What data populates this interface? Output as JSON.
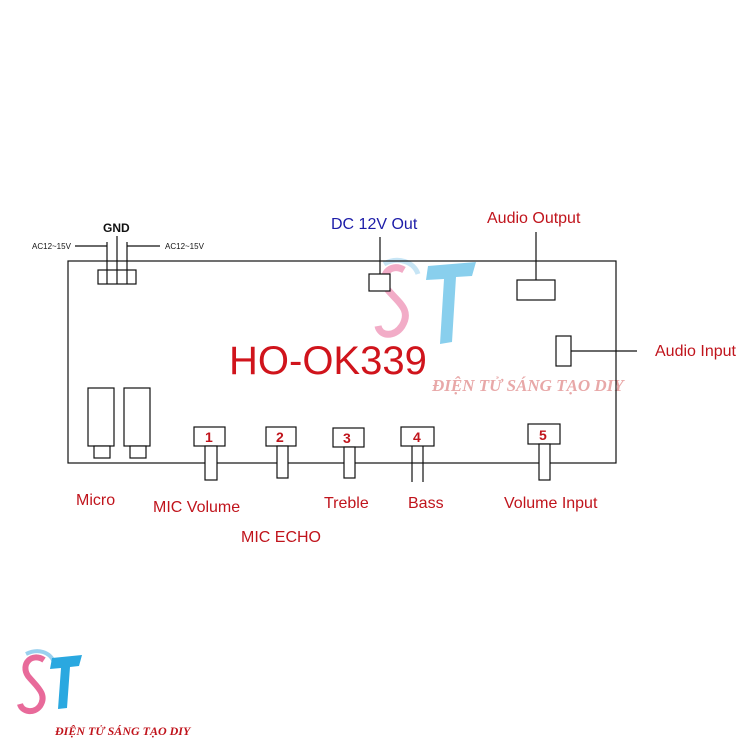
{
  "board": {
    "model": "HO-OK339"
  },
  "power": {
    "gnd": "GND",
    "left_ac": "AC12~15V",
    "right_ac": "AC12~15V"
  },
  "labels": {
    "dc_out": "DC 12V Out",
    "audio_output": "Audio Output",
    "audio_input": "Audio Input",
    "micro": "Micro",
    "mic_volume": "MIC Volume",
    "mic_echo": "MIC ECHO",
    "treble": "Treble",
    "bass": "Bass",
    "volume_input": "Volume  Input"
  },
  "pots": [
    {
      "number": "1"
    },
    {
      "number": "2"
    },
    {
      "number": "3"
    },
    {
      "number": "4"
    },
    {
      "number": "5"
    }
  ],
  "brand": {
    "watermark_text": "ĐIỆN TỬ SÁNG TẠO DIY",
    "logo_text": "ĐIỆN TỬ SÁNG TẠO DIY"
  },
  "colors": {
    "label_red": "#c0141c",
    "label_blue": "#1c1ca8",
    "logo_blue": "#2aa8e0",
    "logo_pink": "#e86a9a"
  }
}
